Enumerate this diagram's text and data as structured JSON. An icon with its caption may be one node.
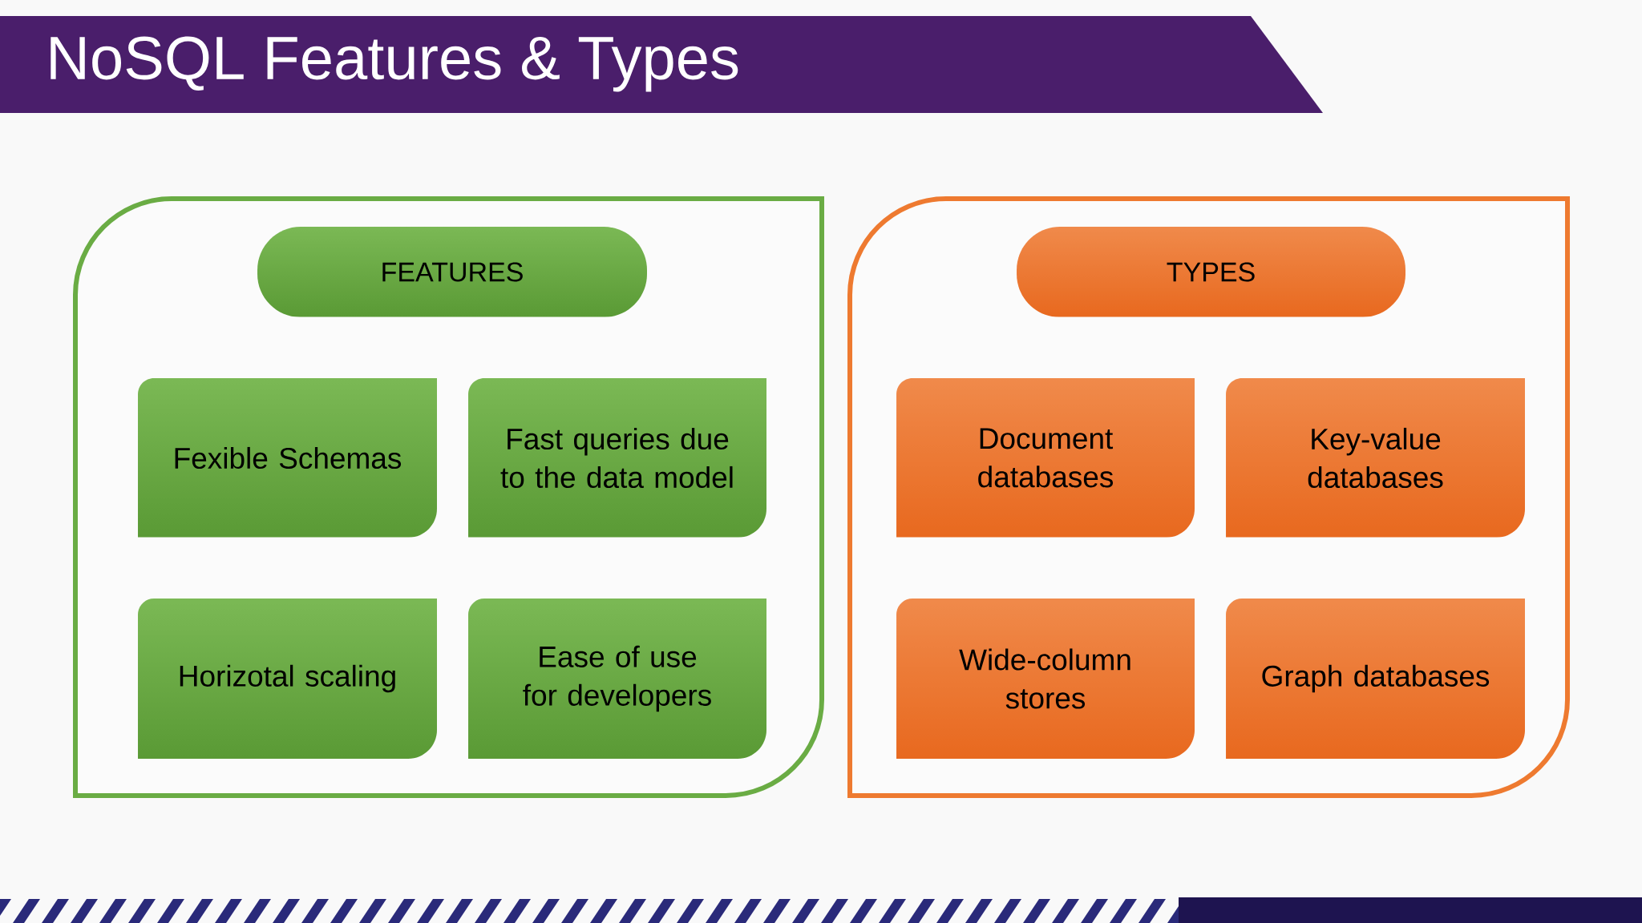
{
  "diagram": {
    "title": "NoSQL Features & Types",
    "nodes": [
      {
        "text": [],
        "shape": "box"
      },
      {
        "text": [
          "FEATURES"
        ],
        "in": 0
      },
      {
        "text": [
          "Fexible Schemas"
        ],
        "in": 0
      },
      {
        "text": [
          "Fast queries due to the data model"
        ],
        "in": 0
      },
      {
        "text": [
          "Horizotal scaling"
        ],
        "in": 0
      },
      {
        "text": [
          "Ease of use for developers"
        ],
        "in": 0
      },
      {
        "text": [],
        "shape": "box"
      },
      {
        "text": [
          "TYPES"
        ],
        "in": 6
      },
      {
        "text": [
          "Document databases"
        ],
        "in": 6
      },
      {
        "text": [
          "Key-value databases"
        ],
        "in": 6
      },
      {
        "text": [
          "Wide-column stores"
        ],
        "in": 6
      },
      {
        "text": [
          "Graph databases"
        ],
        "in": 6
      }
    ]
  }
}
